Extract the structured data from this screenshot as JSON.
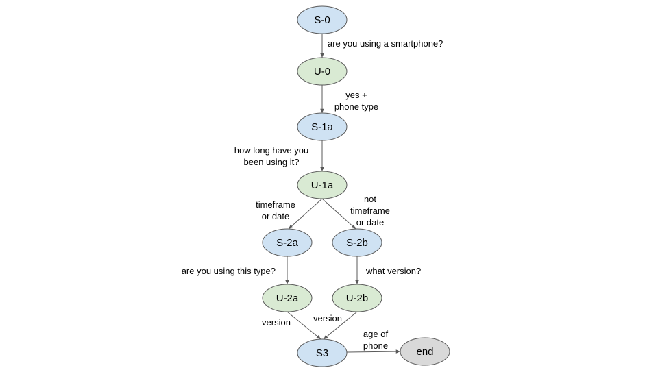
{
  "colors": {
    "system_node": "#cfe2f3",
    "user_node": "#d9ead3",
    "end_node": "#d9d9d9",
    "stroke": "#595959"
  },
  "nodes": {
    "s0": {
      "label": "S-0",
      "kind": "system"
    },
    "u0": {
      "label": "U-0",
      "kind": "user"
    },
    "s1a": {
      "label": "S-1a",
      "kind": "system"
    },
    "u1a": {
      "label": "U-1a",
      "kind": "user"
    },
    "s2a": {
      "label": "S-2a",
      "kind": "system"
    },
    "s2b": {
      "label": "S-2b",
      "kind": "system"
    },
    "u2a": {
      "label": "U-2a",
      "kind": "user"
    },
    "u2b": {
      "label": "U-2b",
      "kind": "user"
    },
    "s3": {
      "label": "S3",
      "kind": "system"
    },
    "end": {
      "label": "end",
      "kind": "end"
    }
  },
  "edges": {
    "s0_u0": {
      "from": "s0",
      "to": "u0",
      "label": [
        "are you using a smartphone?"
      ]
    },
    "u0_s1a": {
      "from": "u0",
      "to": "s1a",
      "label": [
        "yes +",
        "phone type"
      ]
    },
    "s1a_u1a": {
      "from": "s1a",
      "to": "u1a",
      "label": [
        "how long have you",
        "been using it?"
      ]
    },
    "u1a_s2a": {
      "from": "u1a",
      "to": "s2a",
      "label": [
        "timeframe",
        "or date"
      ]
    },
    "u1a_s2b": {
      "from": "u1a",
      "to": "s2b",
      "label": [
        "not",
        "timeframe",
        "or date"
      ]
    },
    "s2a_u2a": {
      "from": "s2a",
      "to": "u2a",
      "label": [
        "are you using this type?"
      ]
    },
    "s2b_u2b": {
      "from": "s2b",
      "to": "u2b",
      "label": [
        "what version?"
      ]
    },
    "u2a_s3": {
      "from": "u2a",
      "to": "s3",
      "label": [
        "version"
      ]
    },
    "u2b_s3": {
      "from": "u2b",
      "to": "s3",
      "label": [
        "version"
      ]
    },
    "s3_end": {
      "from": "s3",
      "to": "end",
      "label": [
        "age of",
        "phone"
      ]
    }
  }
}
